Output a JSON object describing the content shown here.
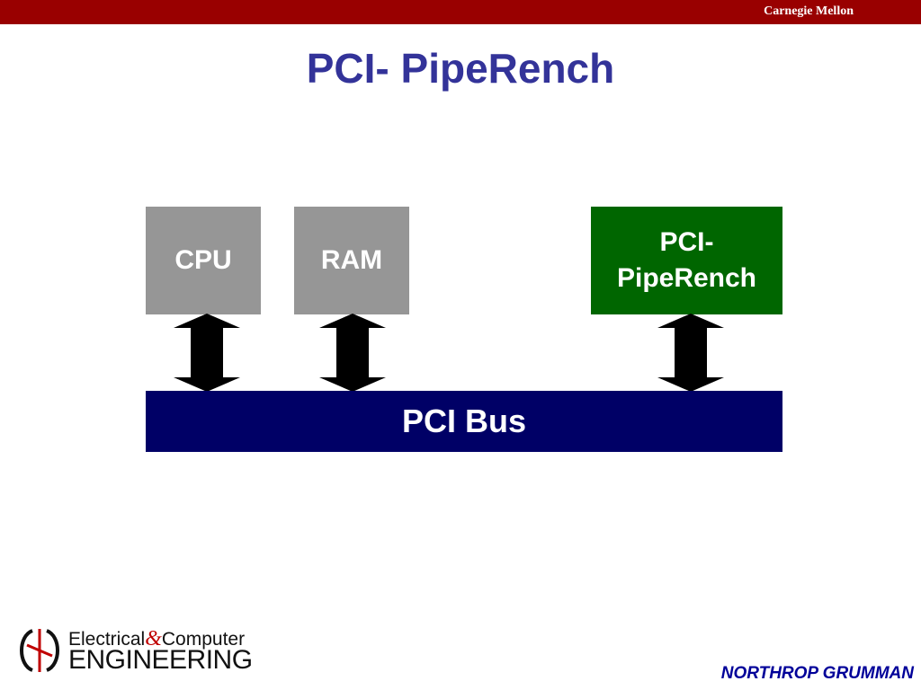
{
  "header": {
    "institution": "Carnegie Mellon"
  },
  "title": "PCI- PipeRench",
  "diagram": {
    "nodes": {
      "cpu": "CPU",
      "ram": "RAM",
      "pci_piperench_line1": "PCI-",
      "pci_piperench_line2": "PipeRench",
      "bus": "PCI Bus"
    },
    "connections": [
      {
        "from": "CPU",
        "to": "PCI Bus",
        "type": "bidirectional"
      },
      {
        "from": "RAM",
        "to": "PCI Bus",
        "type": "bidirectional"
      },
      {
        "from": "PCI-PipeRench",
        "to": "PCI Bus",
        "type": "bidirectional"
      }
    ]
  },
  "footer": {
    "logo_line1_a": "Electrical",
    "logo_amp": "&",
    "logo_line1_b": "Computer",
    "logo_line2": "ENGINEERING",
    "sponsor": "NORTHROP GRUMMAN"
  },
  "colors": {
    "header_bar": "#990000",
    "title": "#333399",
    "component_gray": "#969696",
    "piperench_green": "#006600",
    "bus_navy": "#000066",
    "sponsor_text": "#000099"
  }
}
